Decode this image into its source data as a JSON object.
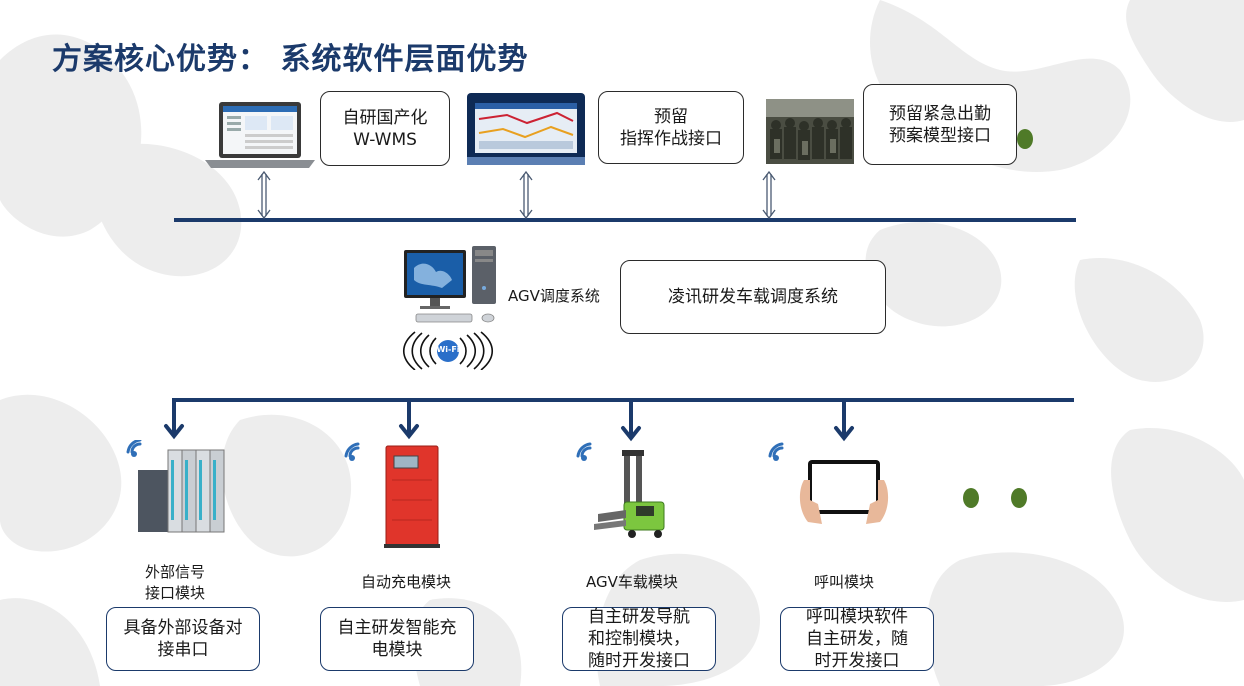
{
  "title": "方案核心优势： 系统软件层面优势",
  "top_boxes": {
    "wms": "自研国产化\nW-WMS",
    "command": "预留\n指挥作战接口",
    "emergency": "预留紧急出勤\n预案模型接口"
  },
  "dispatch": {
    "label": "AGV调度系统",
    "box": "凌讯研发车载调度系统",
    "wifi_text": "Wi-Fi"
  },
  "modules": [
    {
      "name": "外部信号\n接口模块",
      "desc": "具备外部设备对\n接串口"
    },
    {
      "name": "自动充电模块",
      "desc": "自主研发智能充\n电模块"
    },
    {
      "name": "AGV车载模块",
      "desc": "自主研发导航\n和控制模块，\n随时开发接口"
    },
    {
      "name": "呼叫模块",
      "desc": "呼叫模块软件\n自主研发，随\n时开发接口"
    }
  ],
  "colors": {
    "title": "#1b3a6b",
    "bus": "#1b3a6b",
    "accent_dot": "#4f7a28",
    "charger": "#e0352b",
    "agv": "#7cc63f"
  }
}
